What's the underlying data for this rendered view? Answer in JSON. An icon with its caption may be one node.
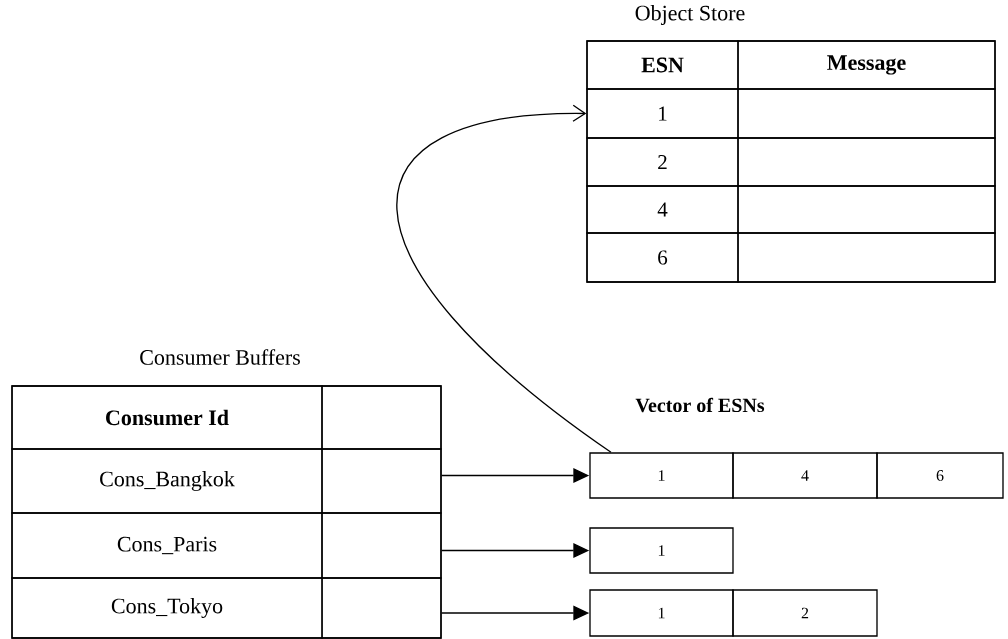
{
  "diagram": {
    "nodes": [
      {
        "text": [
          "Object Store"
        ]
      },
      {
        "text": [
          "ESN"
        ],
        "in": 0
      },
      {
        "text": [
          "Message"
        ],
        "in": 0
      },
      {
        "text": [
          "1"
        ],
        "in": 0
      },
      {
        "text": [],
        "shape": "box",
        "in": 0
      },
      {
        "text": [
          "2"
        ],
        "in": 0
      },
      {
        "text": [],
        "shape": "box",
        "in": 0
      },
      {
        "text": [
          "4"
        ],
        "in": 0
      },
      {
        "text": [],
        "shape": "box",
        "in": 0
      },
      {
        "text": [
          "6"
        ],
        "in": 0
      },
      {
        "text": [],
        "shape": "box",
        "in": 0
      },
      {
        "text": [
          "Consumer Buffers"
        ]
      },
      {
        "text": [
          "Consumer Id"
        ],
        "in": 11
      },
      {
        "text": [],
        "shape": "box",
        "in": 11
      },
      {
        "text": [
          "Cons_Bangkok"
        ],
        "in": 11
      },
      {
        "text": [],
        "shape": "box",
        "in": 11
      },
      {
        "text": [
          "Cons_Paris"
        ],
        "in": 11
      },
      {
        "text": [],
        "shape": "box",
        "in": 11
      },
      {
        "text": [
          "Cons_Tokyo"
        ],
        "in": 11
      },
      {
        "text": [],
        "shape": "box",
        "in": 11
      },
      {
        "text": [
          "1"
        ]
      },
      {
        "text": [
          "4"
        ]
      },
      {
        "text": [
          "6"
        ]
      },
      {
        "text": [
          "1"
        ]
      },
      {
        "text": [
          "1"
        ]
      },
      {
        "text": [
          "2"
        ]
      }
    ],
    "edges": [
      {
        "from": 15,
        "to": 20,
        "arrow": "to"
      },
      {
        "from": 17,
        "to": 23,
        "arrow": "to"
      },
      {
        "from": 19,
        "to": 24,
        "arrow": "to"
      },
      {
        "from": 20,
        "to": 3,
        "arrow": "to"
      }
    ],
    "labels": [
      "Vector of ESNs"
    ]
  }
}
